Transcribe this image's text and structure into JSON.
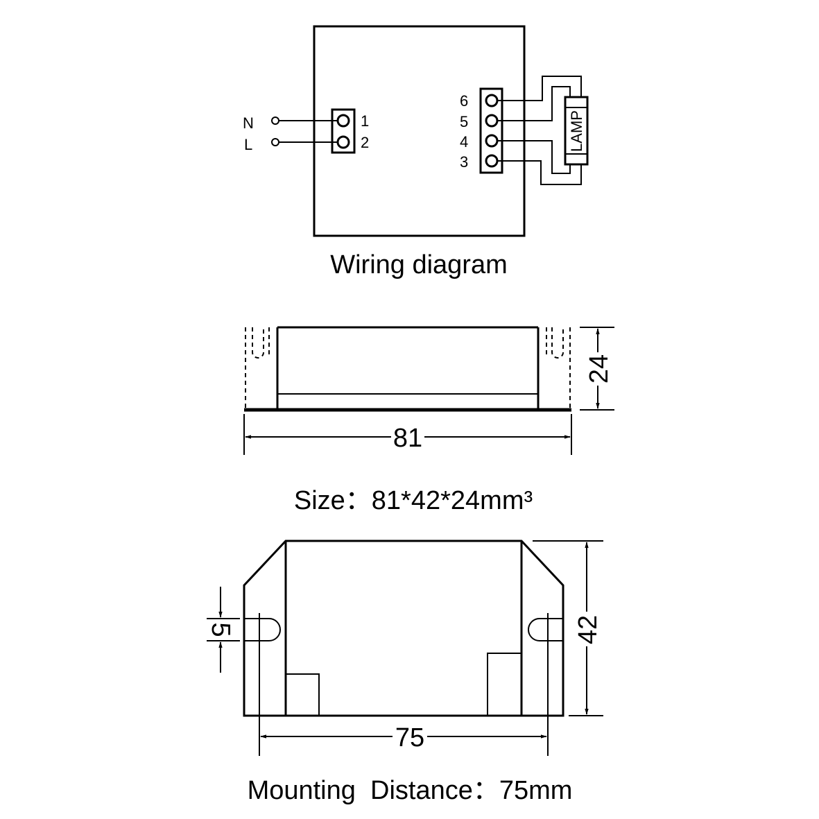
{
  "wiring": {
    "input_terminals": [
      {
        "line": "N",
        "number": "1"
      },
      {
        "line": "L",
        "number": "2"
      }
    ],
    "output_terminals": [
      "6",
      "5",
      "4",
      "3"
    ],
    "lamp_label": "LAMP",
    "caption": "Wiring diagram"
  },
  "side_view": {
    "height_dim": "24",
    "length_dim": "81",
    "caption": "Size：81*42*24mm³"
  },
  "top_view": {
    "slot_dim": "5",
    "width_dim": "42",
    "mounting_dim": "75",
    "caption": "Mounting  Distance：75mm"
  }
}
